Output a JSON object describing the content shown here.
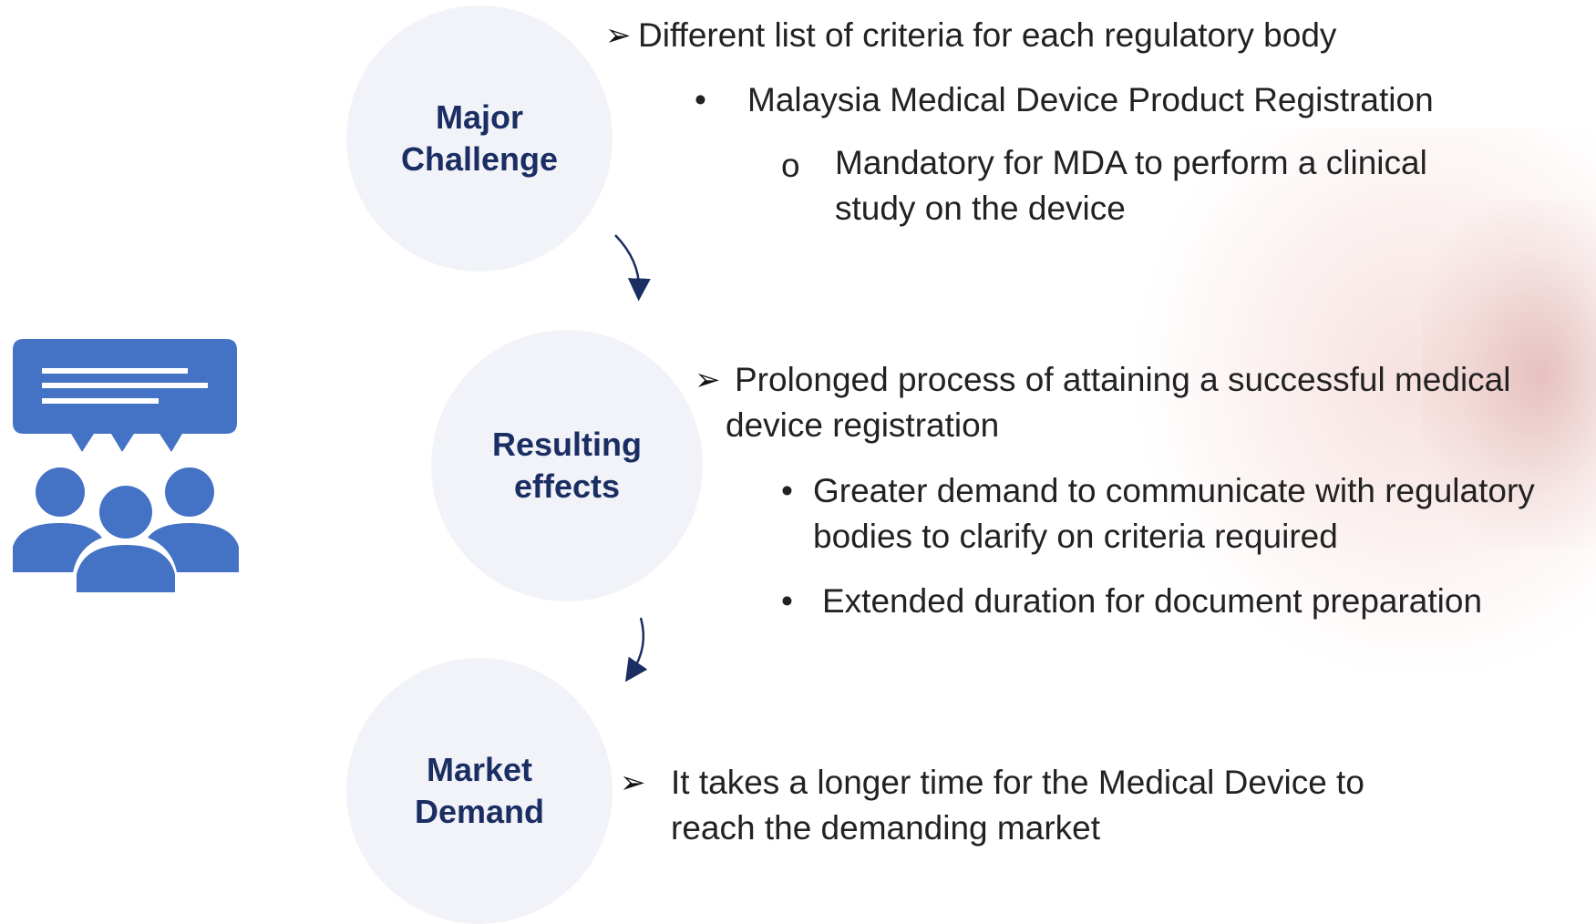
{
  "nodes": {
    "major_challenge": "Major\nChallenge",
    "resulting_effects": "Resulting\neffects",
    "market_demand": "Market\nDemand"
  },
  "challenge": {
    "headline": "Different list of criteria for each regulatory body",
    "bullet": "Malaysia Medical Device Product Registration",
    "sub_bullet_line1": "Mandatory for MDA to perform a clinical",
    "sub_bullet_line2": "study on the device"
  },
  "effects": {
    "headline_line1": "Prolonged process of attaining a successful medical",
    "headline_line2": "device registration",
    "bullet1_line1": "Greater demand to communicate with regulatory",
    "bullet1_line2": "bodies to clarify on criteria required",
    "bullet2": "Extended duration for document preparation"
  },
  "demand": {
    "headline_line1": "It takes a longer time for the Medical Device to",
    "headline_line2": "reach the demanding market"
  },
  "markers": {
    "arrow": "➢",
    "bullet": "•",
    "sub_bullet": "o"
  },
  "icon": {
    "name": "discussion-group-icon",
    "color": "#4472c4"
  },
  "colors": {
    "node_fill": "#f1f3f8",
    "node_text": "#1b2e63",
    "connector": "#1b2e63"
  }
}
